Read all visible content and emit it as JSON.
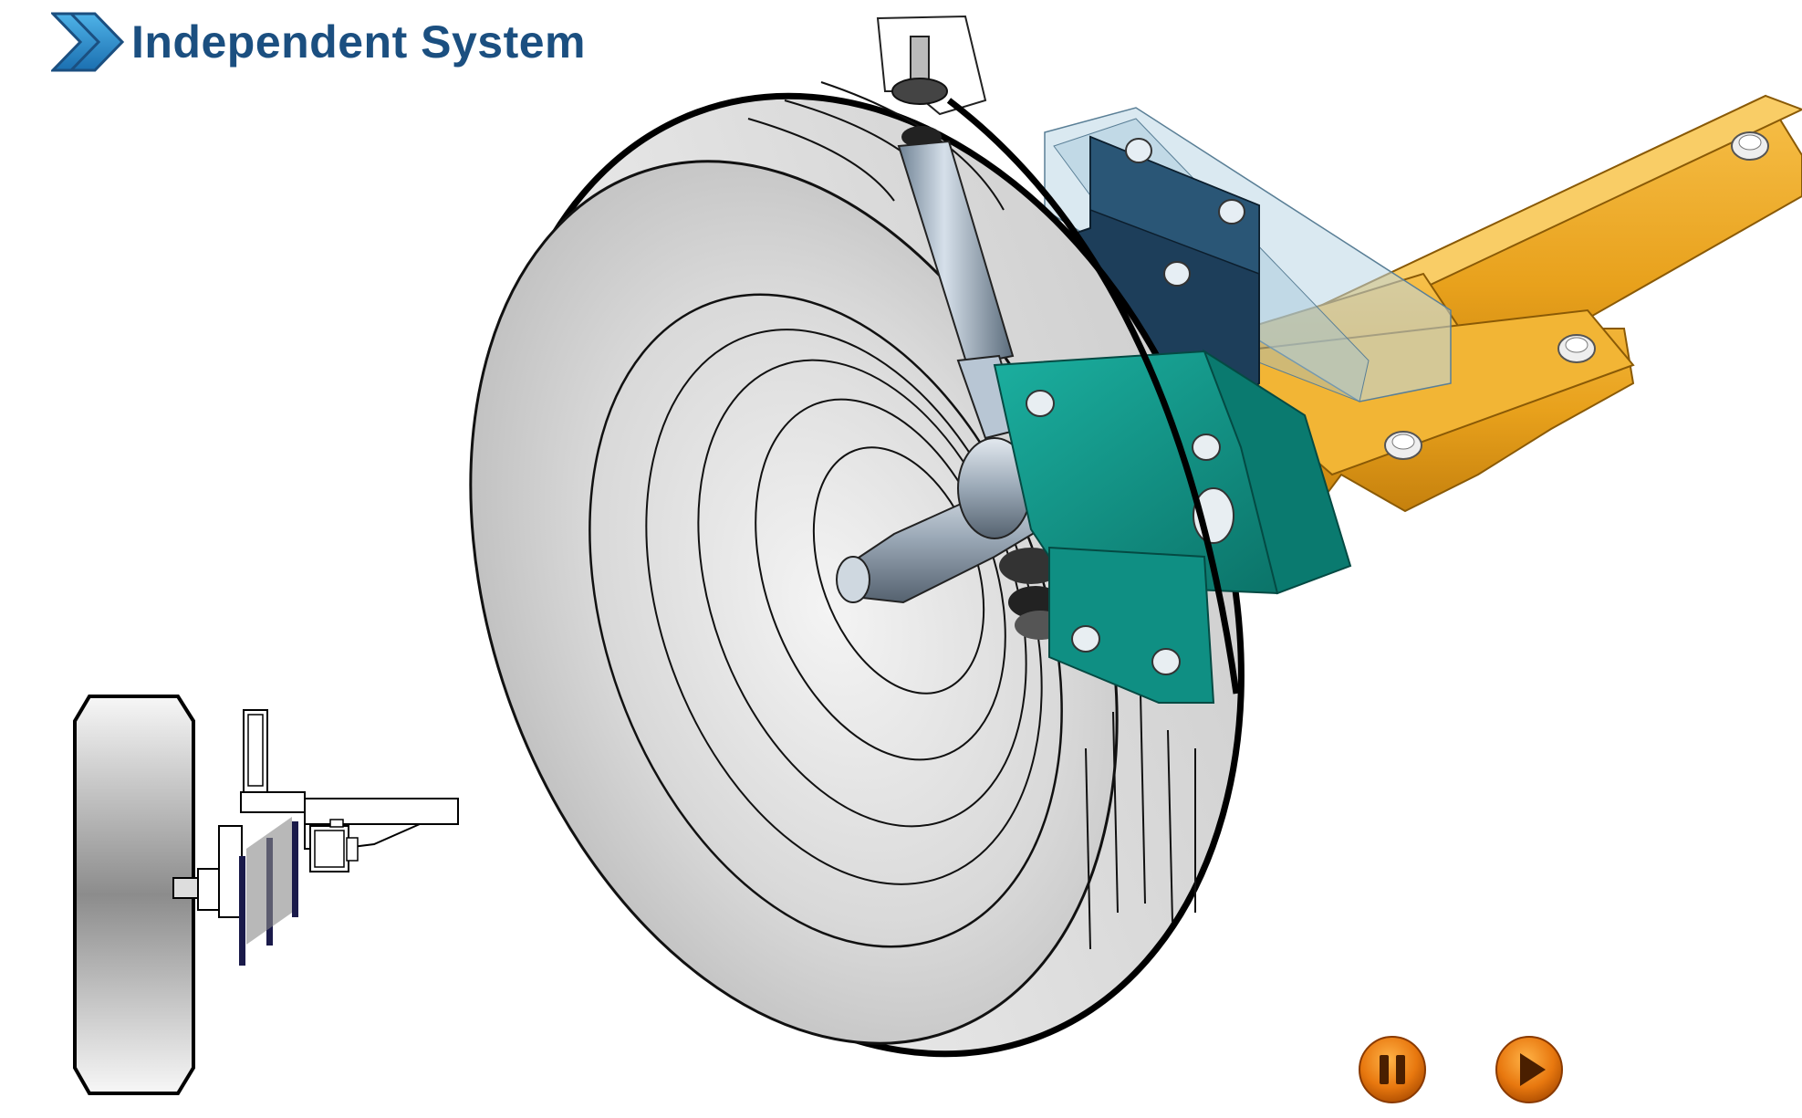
{
  "header": {
    "title": "Independent System",
    "icon": "double-chevron-right-icon",
    "title_color": "#1b4f80"
  },
  "illustration": {
    "parts": [
      "tire",
      "wheel-hub",
      "spindle",
      "shock-absorber",
      "shock-mount-bracket",
      "mounting-plate",
      "axle-beam",
      "bracket-plate",
      "bolts"
    ],
    "colors": {
      "axle": "#e8a11c",
      "mounting_plate": "#0f8f83",
      "bracket": "#1d3e5a",
      "shock": "#8fa3b8",
      "tire": "#e6e6e6"
    }
  },
  "diagram": {
    "name": "side-view-diagram",
    "parts": [
      "tire-side-view",
      "spindle-side-view",
      "plates-side-view",
      "axle-side-view"
    ]
  },
  "controls": {
    "pause": {
      "icon": "pause-icon",
      "color": "#e0701a"
    },
    "play": {
      "icon": "play-icon",
      "color": "#e0701a"
    }
  }
}
